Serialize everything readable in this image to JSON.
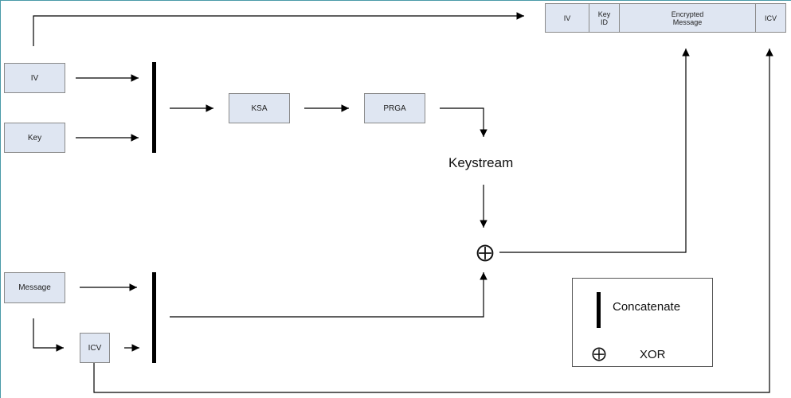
{
  "inputs": {
    "iv": "IV",
    "key": "Key",
    "message": "Message",
    "icv": "ICV"
  },
  "stages": {
    "ksa": "KSA",
    "prga": "PRGA",
    "keystream": "Keystream"
  },
  "packet": {
    "cells": [
      {
        "label": "IV"
      },
      {
        "label": "Key\nID"
      },
      {
        "label": "Encrypted\nMessage"
      },
      {
        "label": "ICV"
      }
    ]
  },
  "symbols": {
    "xor": "⨁"
  },
  "legend": {
    "concatenate": "Concatenate",
    "xor": "XOR"
  },
  "colors": {
    "box_fill": "#dfe6f2",
    "box_border": "#8a8a8a",
    "frame": "#4a9aa8"
  }
}
